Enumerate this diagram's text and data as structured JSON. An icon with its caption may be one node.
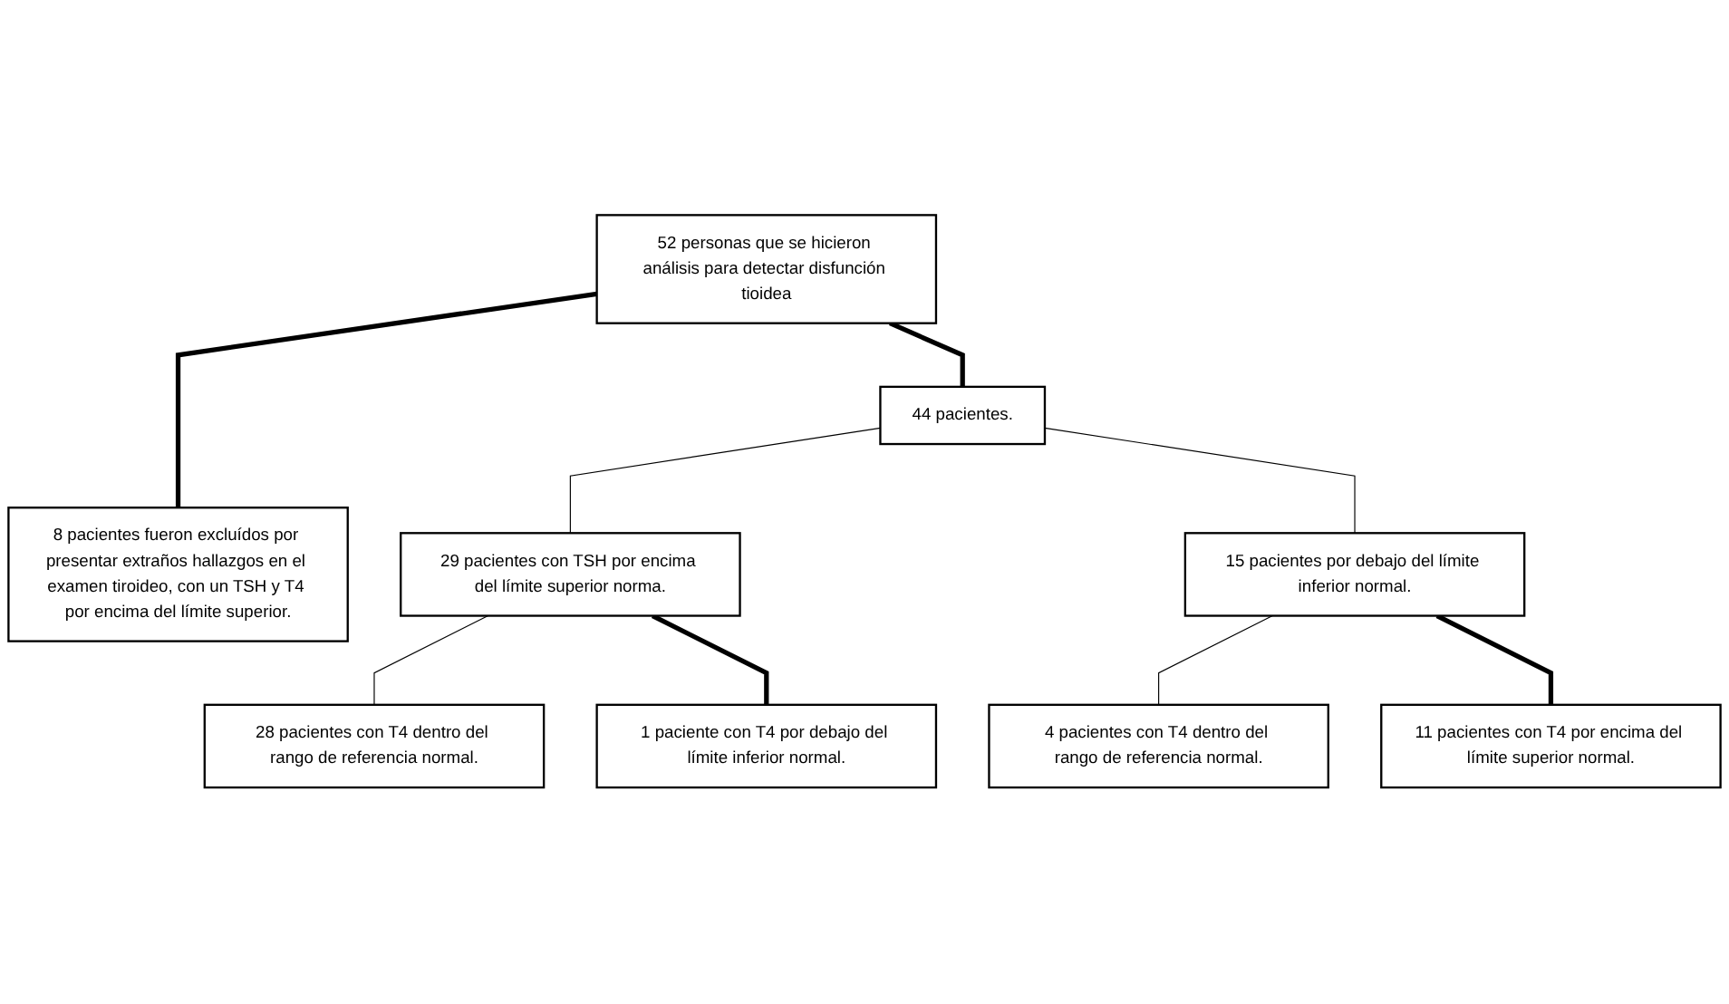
{
  "diagram": {
    "nodes": [
      {
        "text": [
          "52 personas que se hicieron análisis para detectar disfunción tioidea"
        ]
      },
      {
        "text": [
          "8 pacientes fueron excluídos por presentar extraños hallazgos en el examen tiroideo, con un TSH y T4 por encima del límite superior."
        ]
      },
      {
        "text": [
          "44 pacientes."
        ]
      },
      {
        "text": [
          "29 pacientes con TSH por encima del límite superior norma."
        ]
      },
      {
        "text": [
          "15 pacientes por debajo del límite inferior normal."
        ]
      },
      {
        "text": [
          "28 pacientes con T4 dentro del rango de referencia normal."
        ]
      },
      {
        "text": [
          "1 paciente con T4 por debajo del límite inferior normal."
        ]
      },
      {
        "text": [
          "4 pacientes con T4 dentro del rango de referencia normal."
        ]
      },
      {
        "text": [
          "11 pacientes con T4 por encima del límite superior normal."
        ]
      }
    ],
    "edges": [
      {
        "from": 0,
        "to": 1,
        "arrow": "none",
        "style": "thick"
      },
      {
        "from": 0,
        "to": 2,
        "arrow": "none",
        "style": "thick"
      },
      {
        "from": 2,
        "to": 3,
        "arrow": "none"
      },
      {
        "from": 2,
        "to": 4,
        "arrow": "none"
      },
      {
        "from": 3,
        "to": 5,
        "arrow": "none"
      },
      {
        "from": 3,
        "to": 6,
        "arrow": "none",
        "style": "thick"
      },
      {
        "from": 4,
        "to": 7,
        "arrow": "none"
      },
      {
        "from": 4,
        "to": 8,
        "arrow": "none",
        "style": "thick"
      }
    ]
  }
}
